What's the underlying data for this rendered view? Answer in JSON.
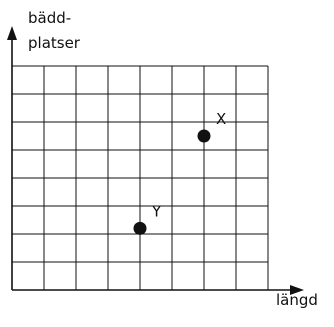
{
  "chart_data": {
    "type": "scatter",
    "title": "",
    "ylabel_line1": "bädd-",
    "ylabel_line2": "platser",
    "xlabel": "längd",
    "xlim": [
      0,
      8
    ],
    "ylim": [
      0,
      8
    ],
    "grid": true,
    "points": [
      {
        "label": "X",
        "x": 6,
        "y": 5.5
      },
      {
        "label": "Y",
        "x": 4,
        "y": 2.2
      }
    ],
    "colors": {
      "ink": "#111111",
      "background": "#ffffff"
    }
  }
}
